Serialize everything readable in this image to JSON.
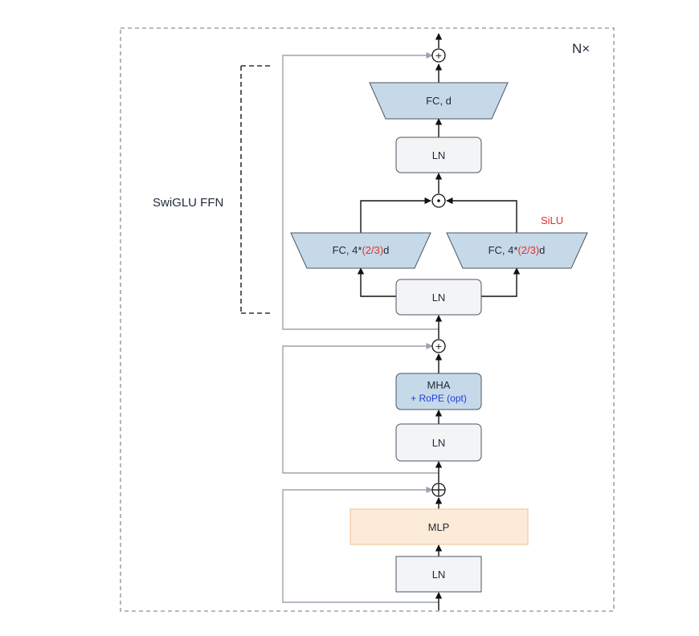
{
  "repeat_label": "N×",
  "group_label": "SwiGLU FFN",
  "activation_label": "SiLU",
  "nodes": {
    "fc_d": "FC, d",
    "ln_top": "LN",
    "fc_left_prefix": "FC, 4*",
    "fc_left_factor": "(2/3)",
    "fc_left_suffix": "d",
    "fc_right_prefix": "FC, 4*",
    "fc_right_factor": "(2/3)",
    "fc_right_suffix": "d",
    "ln_ffn": "LN",
    "mha": "MHA",
    "mha_rope": "+ RoPE (opt)",
    "ln_mha": "LN",
    "mlp": "MLP",
    "ln_bottom": "LN"
  },
  "operators": {
    "add_top": "+",
    "multiply": "⊙",
    "add_mid": "+",
    "add_bottom": "+"
  },
  "colors": {
    "fc_fill": "#c6d9e8",
    "ln_fill": "#f3f4f6",
    "mlp_fill": "#fcebd9",
    "mlp_stroke": "#f3c9a0",
    "accent_red": "#e0312b",
    "accent_blue": "#1f3fe0",
    "residual_line": "#9ca3af"
  }
}
